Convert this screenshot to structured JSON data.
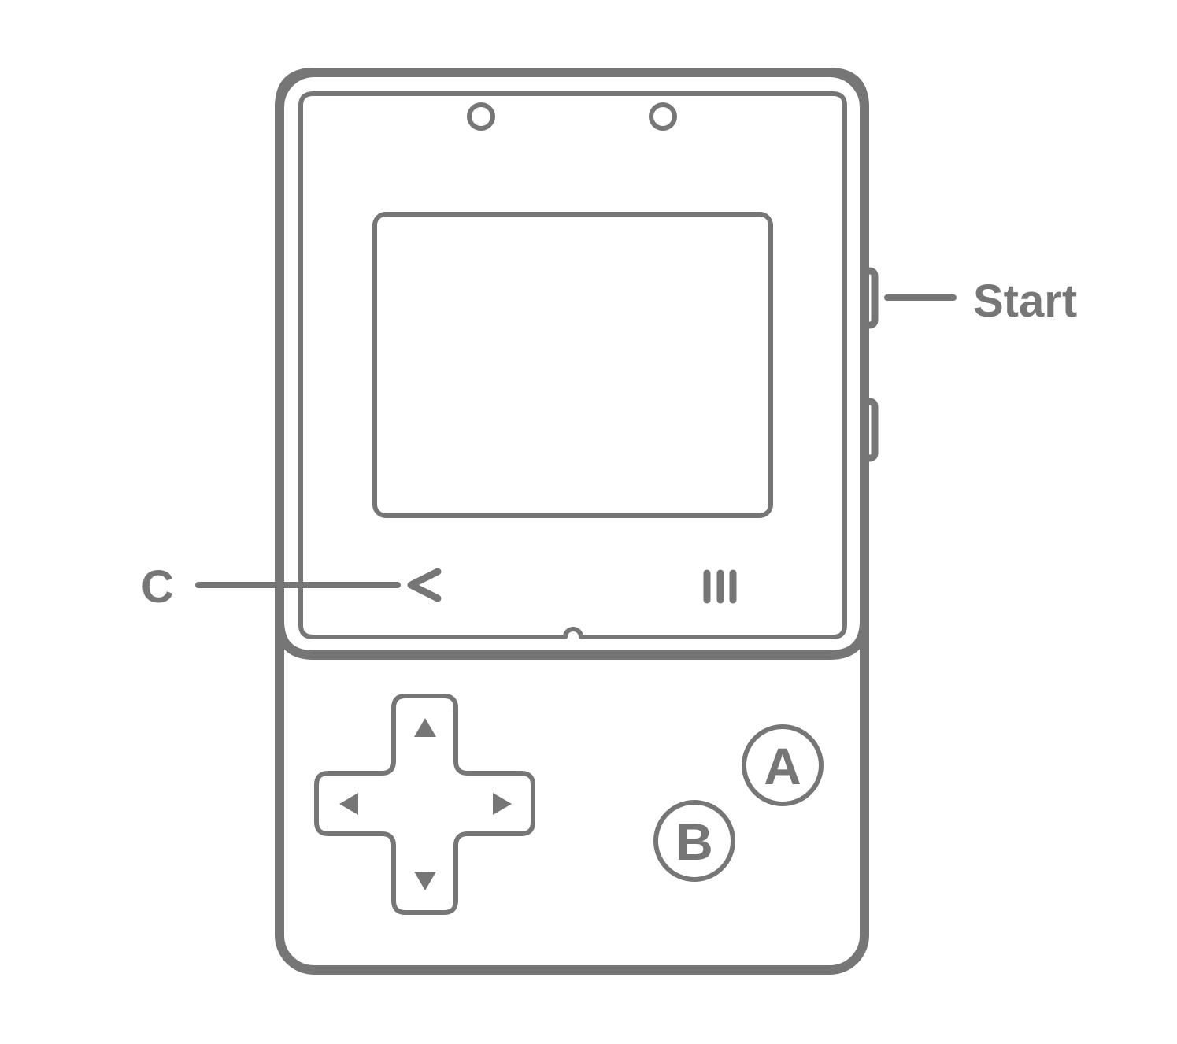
{
  "colors": {
    "stroke": "#767676",
    "background": "#ffffff"
  },
  "labels": {
    "start": "Start",
    "c": "C"
  },
  "buttons": {
    "a": "A",
    "b": "B"
  },
  "icons": {
    "back": "back-chevron-icon",
    "menu": "menu-bars-icon",
    "dpad_up": "triangle-up-icon",
    "dpad_down": "triangle-down-icon",
    "dpad_left": "triangle-left-icon",
    "dpad_right": "triangle-right-icon"
  }
}
